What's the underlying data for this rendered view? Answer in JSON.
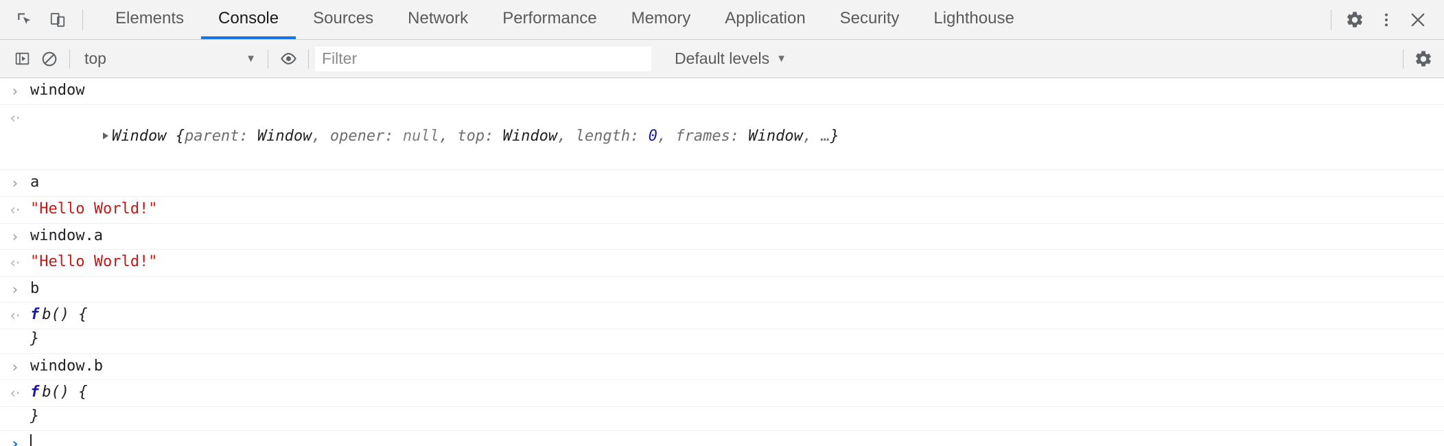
{
  "toolbar": {
    "inspect_icon": "inspect-element-icon",
    "device_icon": "device-toolbar-icon",
    "tabs": [
      {
        "label": "Elements",
        "active": false
      },
      {
        "label": "Console",
        "active": true
      },
      {
        "label": "Sources",
        "active": false
      },
      {
        "label": "Network",
        "active": false
      },
      {
        "label": "Performance",
        "active": false
      },
      {
        "label": "Memory",
        "active": false
      },
      {
        "label": "Application",
        "active": false
      },
      {
        "label": "Security",
        "active": false
      },
      {
        "label": "Lighthouse",
        "active": false
      }
    ],
    "settings_icon": "gear-icon",
    "more_icon": "kebab-menu-icon",
    "close_icon": "close-icon",
    "active_tab_underline_color": "#1a73e8"
  },
  "filter_bar": {
    "sidebar_toggle_icon": "console-sidebar-toggle-icon",
    "clear_icon": "clear-console-icon",
    "context": "top",
    "context_caret": "▼",
    "eye_icon": "live-expression-eye-icon",
    "filter_placeholder": "Filter",
    "filter_value": "",
    "levels_label": "Default levels",
    "levels_caret": "▼",
    "settings_icon": "console-settings-gear-icon"
  },
  "console": {
    "prompt_in": "›",
    "prompt_out": "‹·",
    "entries": [
      {
        "kind": "input",
        "text": "window"
      },
      {
        "kind": "output",
        "type": "object",
        "disclosure": true,
        "ctor": "Window",
        "open_brace": " {",
        "props": [
          {
            "key": "parent",
            "val": "Window",
            "val_kind": "obj"
          },
          {
            "key": "opener",
            "val": "null",
            "val_kind": "null"
          },
          {
            "key": "top",
            "val": "Window",
            "val_kind": "obj"
          },
          {
            "key": "length",
            "val": "0",
            "val_kind": "num"
          },
          {
            "key": "frames",
            "val": "Window",
            "val_kind": "obj"
          }
        ],
        "ellipsis": "…",
        "close_brace": "}"
      },
      {
        "kind": "input",
        "text": "a"
      },
      {
        "kind": "output",
        "type": "string",
        "text": "\"Hello World!\""
      },
      {
        "kind": "input",
        "text": "window.a"
      },
      {
        "kind": "output",
        "type": "string",
        "text": "\"Hello World!\""
      },
      {
        "kind": "input",
        "text": "b"
      },
      {
        "kind": "output",
        "type": "function",
        "f_glyph": "f",
        "signature": "b() {",
        "body_close": "}"
      },
      {
        "kind": "input",
        "text": "window.b"
      },
      {
        "kind": "output",
        "type": "function",
        "f_glyph": "f",
        "signature": "b() {",
        "body_close": "}"
      },
      {
        "kind": "prompt",
        "text": ""
      }
    ]
  },
  "colors": {
    "accent_blue": "#1a73e8",
    "string_red": "#c41a16",
    "number_blue": "#1a1aa6",
    "toolbar_bg": "#f3f3f3",
    "text_primary": "#202124",
    "text_secondary": "#5a5a5a"
  }
}
